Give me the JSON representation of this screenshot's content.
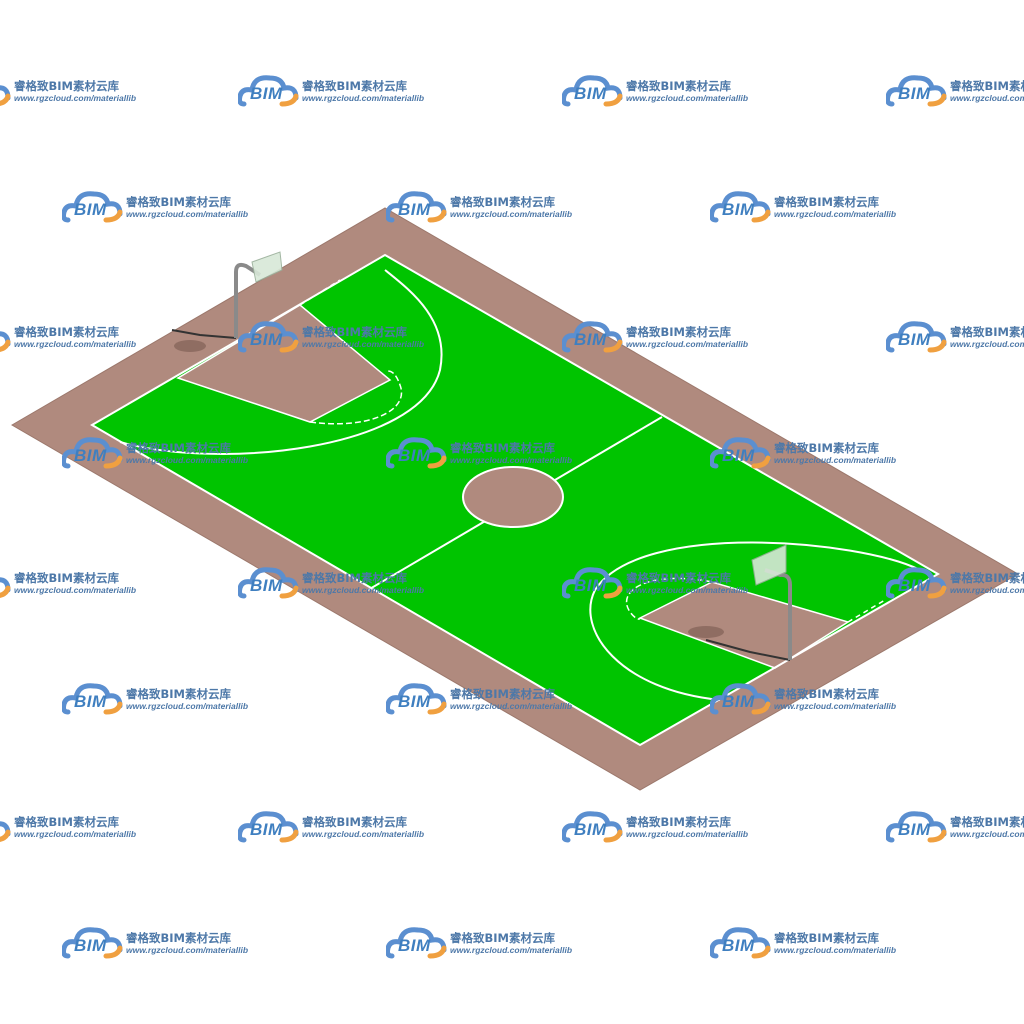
{
  "scene": {
    "subject": "basketball-court-3d-model",
    "colors": {
      "background": "#ffffff",
      "surround": "#b08a7e",
      "surround_edge": "#9c786c",
      "court": "#00c400",
      "lines": "#ffffff",
      "pole": "#8a8a8a",
      "backboard": "#d8e8d8"
    }
  },
  "watermark": {
    "logo_text": "BIM",
    "brand": "睿格致BIM素材云库",
    "url": "www.rgzcloud.com/materiallib",
    "colors": {
      "cloud": "#5b8fd0",
      "accent": "#f0a040",
      "text": "#4d78a8"
    }
  }
}
